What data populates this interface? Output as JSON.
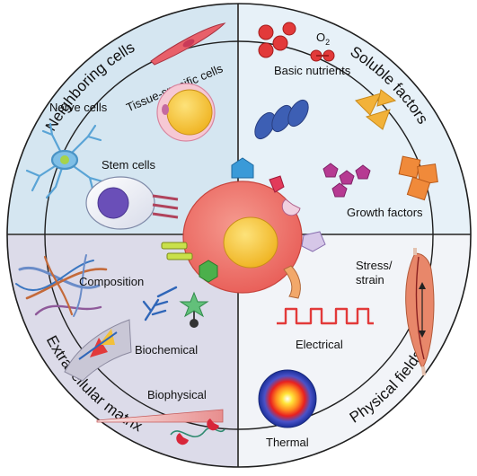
{
  "labels": {
    "neighboring_cells": "Neighboring cells",
    "soluble_factors": "Soluble factors",
    "extracellular_matrix": "Extracellular matrix",
    "physical_fields": "Physical fields",
    "tissue_specific_cells": "Tissue-specific cells",
    "nerve_cells": "Nerve cells",
    "stem_cells": "Stem cells",
    "basic_nutrients": "Basic nutrients",
    "o2_main": "O",
    "o2_sub": "2",
    "growth_factors": "Growth factors",
    "composition": "Composition",
    "biochemical": "Biochemical",
    "biophysical": "Biophysical",
    "stress_strain_1": "Stress/",
    "stress_strain_2": "strain",
    "electrical": "Electrical",
    "thermal": "Thermal"
  },
  "colors": {
    "quadrant_top_left": "#d5e6f1",
    "quadrant_top_right": "#e7f1f8",
    "quadrant_bottom_left": "#dcdbe9",
    "quadrant_bottom_right": "#f2f4f8",
    "center_cell": "#ef6f68",
    "nucleus": "#f4c33f",
    "outline": "#1f1f1f"
  }
}
